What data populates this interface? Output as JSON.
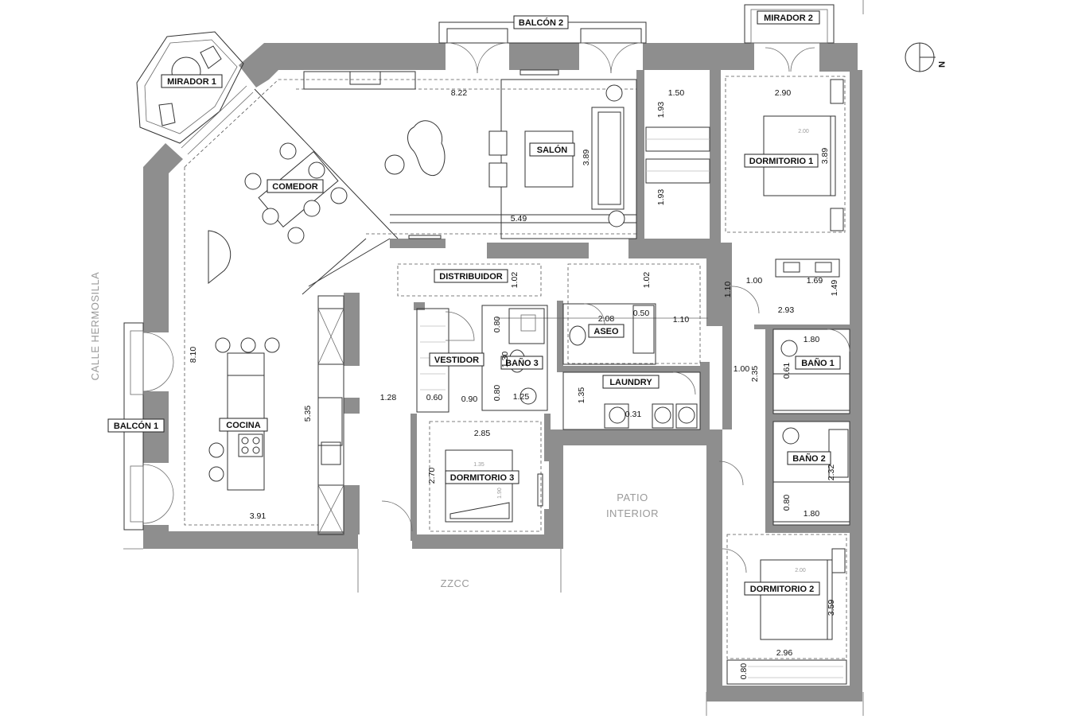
{
  "compass": {
    "north_label": "N"
  },
  "rooms": {
    "mirador_1": "MIRADOR 1",
    "mirador_2": "MIRADOR 2",
    "balcon_1": "BALCÓN 1",
    "balcon_2": "BALCÓN 2",
    "comedor": "COMEDOR",
    "salon": "SALÓN",
    "dormitorio_1": "DORMITORIO 1",
    "dormitorio_2": "DORMITORIO 2",
    "dormitorio_3": "DORMITORIO 3",
    "distribuidor": "DISTRIBUIDOR",
    "vestidor": "VESTIDOR",
    "bano_1": "BAÑO 1",
    "bano_2": "BAÑO 2",
    "bano_3": "BAÑO 3",
    "aseo": "ASEO",
    "laundry": "LAUNDRY",
    "cocina": "COCINA"
  },
  "context_labels": {
    "street": "CALLE HERMOSILLA",
    "patio_line1": "PATIO",
    "patio_line2": "INTERIOR",
    "zzcc": "ZZCC"
  },
  "dimensions": {
    "d_822": "8.22",
    "d_549": "5.49",
    "d_389": "3.89",
    "d_150": "1.50",
    "d_290": "2.90",
    "d_193a": "1.93",
    "d_193b": "1.93",
    "d_389b": "3.89",
    "d_810": "8.10",
    "d_535": "5.35",
    "d_391": "3.91",
    "d_102a": "1.02",
    "d_102b": "1.02",
    "d_080a": "0.80",
    "d_208": "2.08",
    "d_050": "0.50",
    "d_110a": "1.10",
    "d_100a": "1.00",
    "d_169": "1.69",
    "d_149": "1.49",
    "d_110b": "1.10",
    "d_293": "2.93",
    "d_180a": "1.80",
    "d_100b": "1.00",
    "d_235": "2.35",
    "d_061": "0.61",
    "d_128": "1.28",
    "d_060": "0.60",
    "d_090": "0.90",
    "d_080b": "0.80",
    "d_125": "1.25",
    "d_135": "1.35",
    "d_031": "0.31",
    "d_285": "2.85",
    "d_270": "2.70",
    "d_232": "2.32",
    "d_080c": "0.80",
    "d_180b": "1.80",
    "d_359": "3.59",
    "d_296": "2.96",
    "d_080d": "0.80",
    "d_130": "1.30",
    "d_200a": "2.00",
    "d_200b": "2.00",
    "d_135b": "1.35",
    "d_190": "1.90"
  }
}
